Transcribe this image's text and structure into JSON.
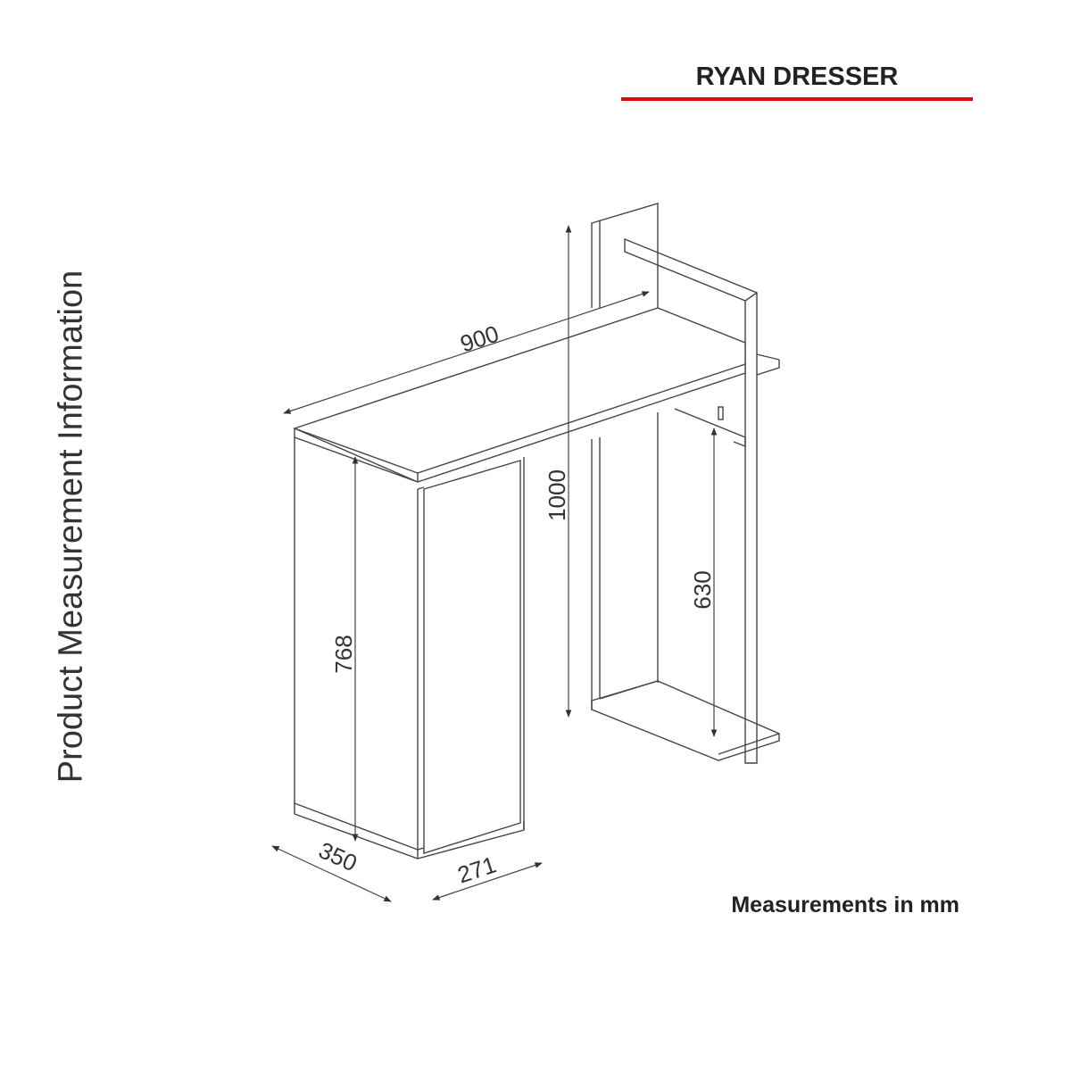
{
  "title": "RYAN DRESSER",
  "side_label": "Product Measurement Information",
  "footer": "Measurements in mm",
  "accent_color": "#e30613",
  "dimensions": {
    "width": "900",
    "height": "1000",
    "cabinet_height": "768",
    "clearance_height": "630",
    "depth": "350",
    "door_width": "271"
  }
}
